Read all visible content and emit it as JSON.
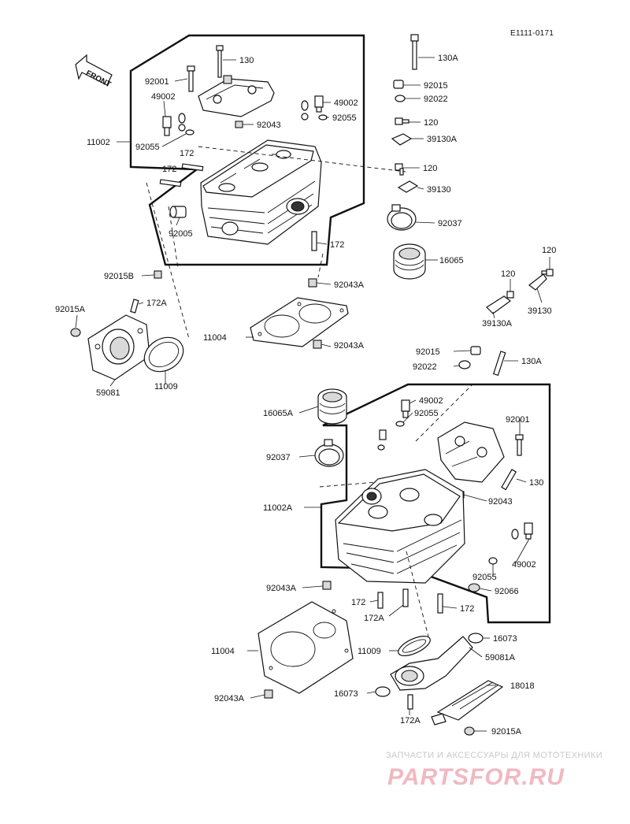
{
  "diagram": {
    "ref_code": "E1111-0171",
    "front_arrow": "FRONT",
    "labels": {
      "l130_top": "130",
      "l130a_top": "130A",
      "l92001_top": "92001",
      "l49002_left": "49002",
      "l92015_top": "92015",
      "l92022_top": "92022",
      "l49002_right": "49002",
      "l92043_top": "92043",
      "l92055_top": "92055",
      "l120_a": "120",
      "l11002": "11002",
      "l92055_left": "92055",
      "l39130a_top": "39130A",
      "l172_a": "172",
      "l120_b": "120",
      "l172_b": "172",
      "l39130_top": "39130",
      "l92037_top": "92037",
      "l92005": "92005",
      "l172_c": "172",
      "l16065": "16065",
      "l92015b": "92015B",
      "l92043a_a": "92043A",
      "l120_c": "120",
      "l120_d": "120",
      "l92015a_left": "92015A",
      "l172a_left": "172A",
      "l39130a_mid": "39130A",
      "l39130_mid": "39130",
      "l11004_top": "11004",
      "l92043a_b": "92043A",
      "l59081": "59081",
      "l11009_left": "11009",
      "l92015_mid": "92015",
      "l130a_mid": "130A",
      "l92022_mid": "92022",
      "l49002_mid": "49002",
      "l92055_mid": "92055",
      "l16065a": "16065A",
      "l92001_right": "92001",
      "l92037_mid": "92037",
      "l130_right": "130",
      "l92043_right": "92043",
      "l11002a": "11002A",
      "l49002_low": "49002",
      "l92055_low": "92055",
      "l92043a_c": "92043A",
      "l92066": "92066",
      "l172_d": "172",
      "l172_e": "172",
      "l172a_mid": "172A",
      "l16073_right": "16073",
      "l11004_low": "11004",
      "l11009_low": "11009",
      "l59081a": "59081A",
      "l16073_left": "16073",
      "l18018": "18018",
      "l92043a_d": "92043A",
      "l172a_low": "172A",
      "l92015a_low": "92015A"
    }
  },
  "watermark": {
    "tagline": "ЗАПЧАСТИ И АКСЕССУАРЫ ДЛЯ МОТОТЕХНИКИ",
    "brand": "PARTSFOR.RU"
  }
}
